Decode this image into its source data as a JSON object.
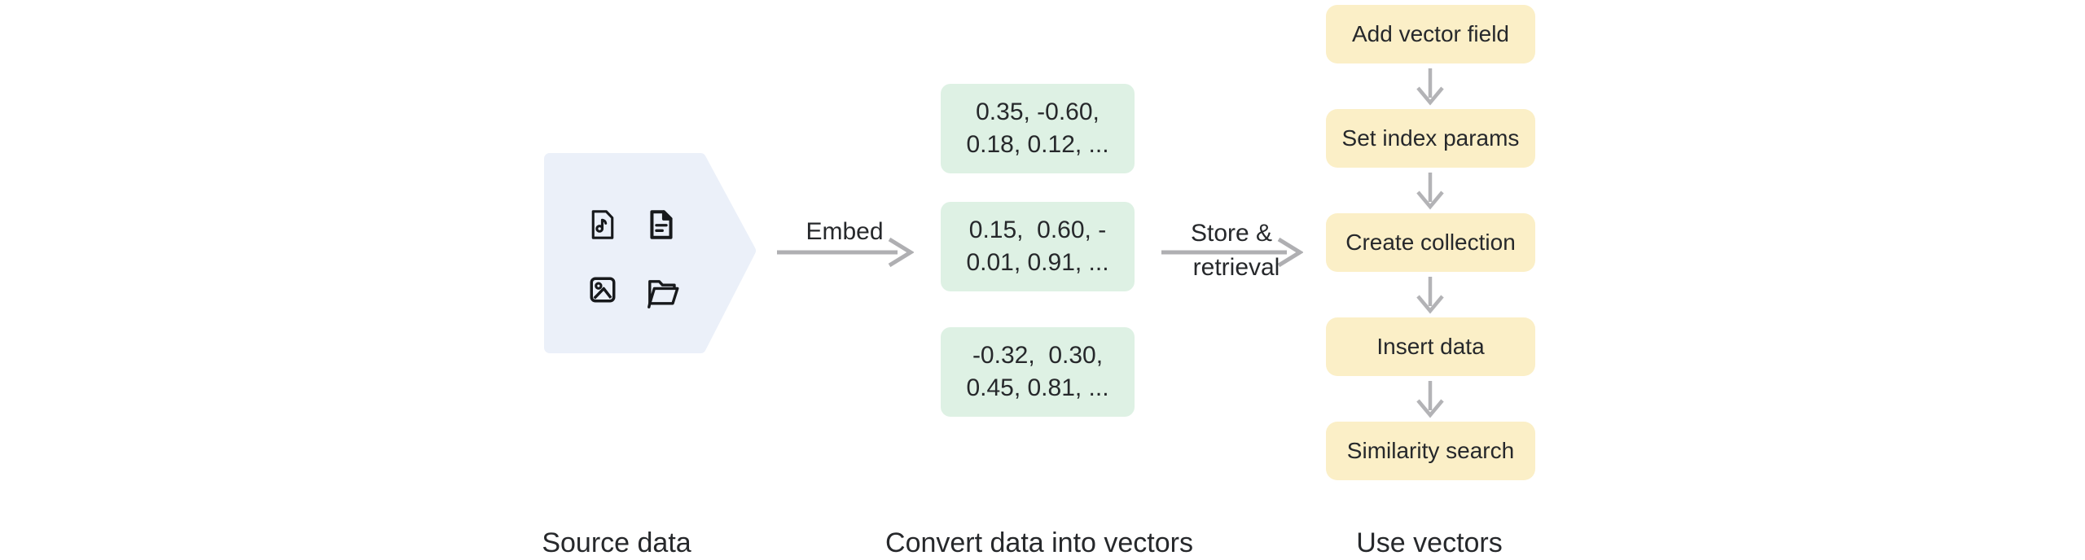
{
  "source": {
    "icons": [
      "audio-file-icon",
      "text-document-icon",
      "image-icon",
      "folder-open-icon"
    ]
  },
  "convert": {
    "vectors": [
      {
        "line1": "0.35, -0.60,",
        "line2": "0.18, 0.12, ..."
      },
      {
        "line1": "0.15,  0.60, -",
        "line2": "0.01, 0.91, ..."
      },
      {
        "line1": "-0.32,  0.30,",
        "line2": "0.45, 0.81, ..."
      }
    ]
  },
  "use": {
    "steps": [
      "Add vector field",
      "Set index params",
      "Create collection",
      "Insert data",
      "Similarity search"
    ]
  },
  "arrows": {
    "embed_label": "Embed",
    "store_label_line1": "Store &",
    "store_label_line2": "retrieval"
  },
  "stage_labels": {
    "source": "Source data",
    "convert": "Convert data into vectors",
    "use": "Use vectors"
  },
  "colors": {
    "pentagon": "#ebf0f9",
    "vector_box": "#def1e4",
    "step_box": "#fbefc7",
    "arrow": "#afafb2",
    "text": "#26282b",
    "icon": "#17191c"
  }
}
